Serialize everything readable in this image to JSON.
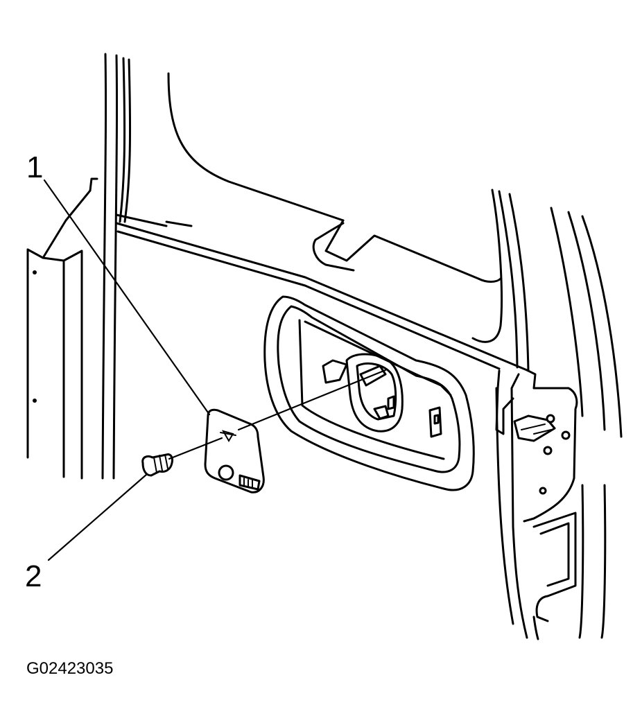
{
  "callouts": [
    {
      "number": "1",
      "part": "cover"
    },
    {
      "number": "2",
      "part": "screw"
    }
  ],
  "figure_id": "G02423035"
}
